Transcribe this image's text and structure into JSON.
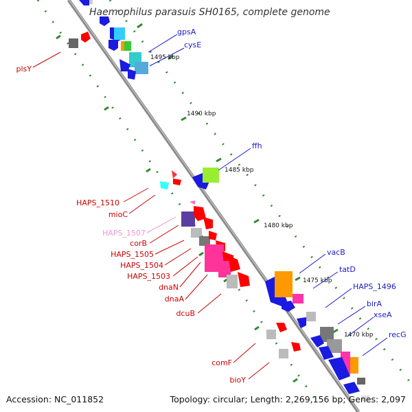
{
  "title": "Haemophilus parasuis SH0165, complete genome",
  "accession_text": "Accession: NC_011852",
  "topology_text": "Topology: circular; Length: 2,269,156 bp; Genes: 2,097",
  "colors": {
    "backbone": "#8a8a8a",
    "tick_dots": "#2e8b2e",
    "label_blue": "#1a1ac8",
    "label_red": "#cc0000",
    "label_pink": "#ee99cc"
  },
  "ticks": [
    "1495 kbp",
    "1490 kbp",
    "1485 kbp",
    "1480 kbp",
    "1475 kbp",
    "1470 kbp"
  ],
  "labels_right": [
    "gpsA",
    "cysE",
    "ffh",
    "vacB",
    "tatD",
    "HAPS_1496",
    "birA",
    "xseA",
    "recG"
  ],
  "labels_left": [
    "plsY",
    "HAPS_1510",
    "mioC",
    "HAPS_1507",
    "corB",
    "HAPS_1505",
    "HAPS_1504",
    "HAPS_1503",
    "dnaN",
    "dnaA",
    "dcuB",
    "comF",
    "bioY"
  ]
}
